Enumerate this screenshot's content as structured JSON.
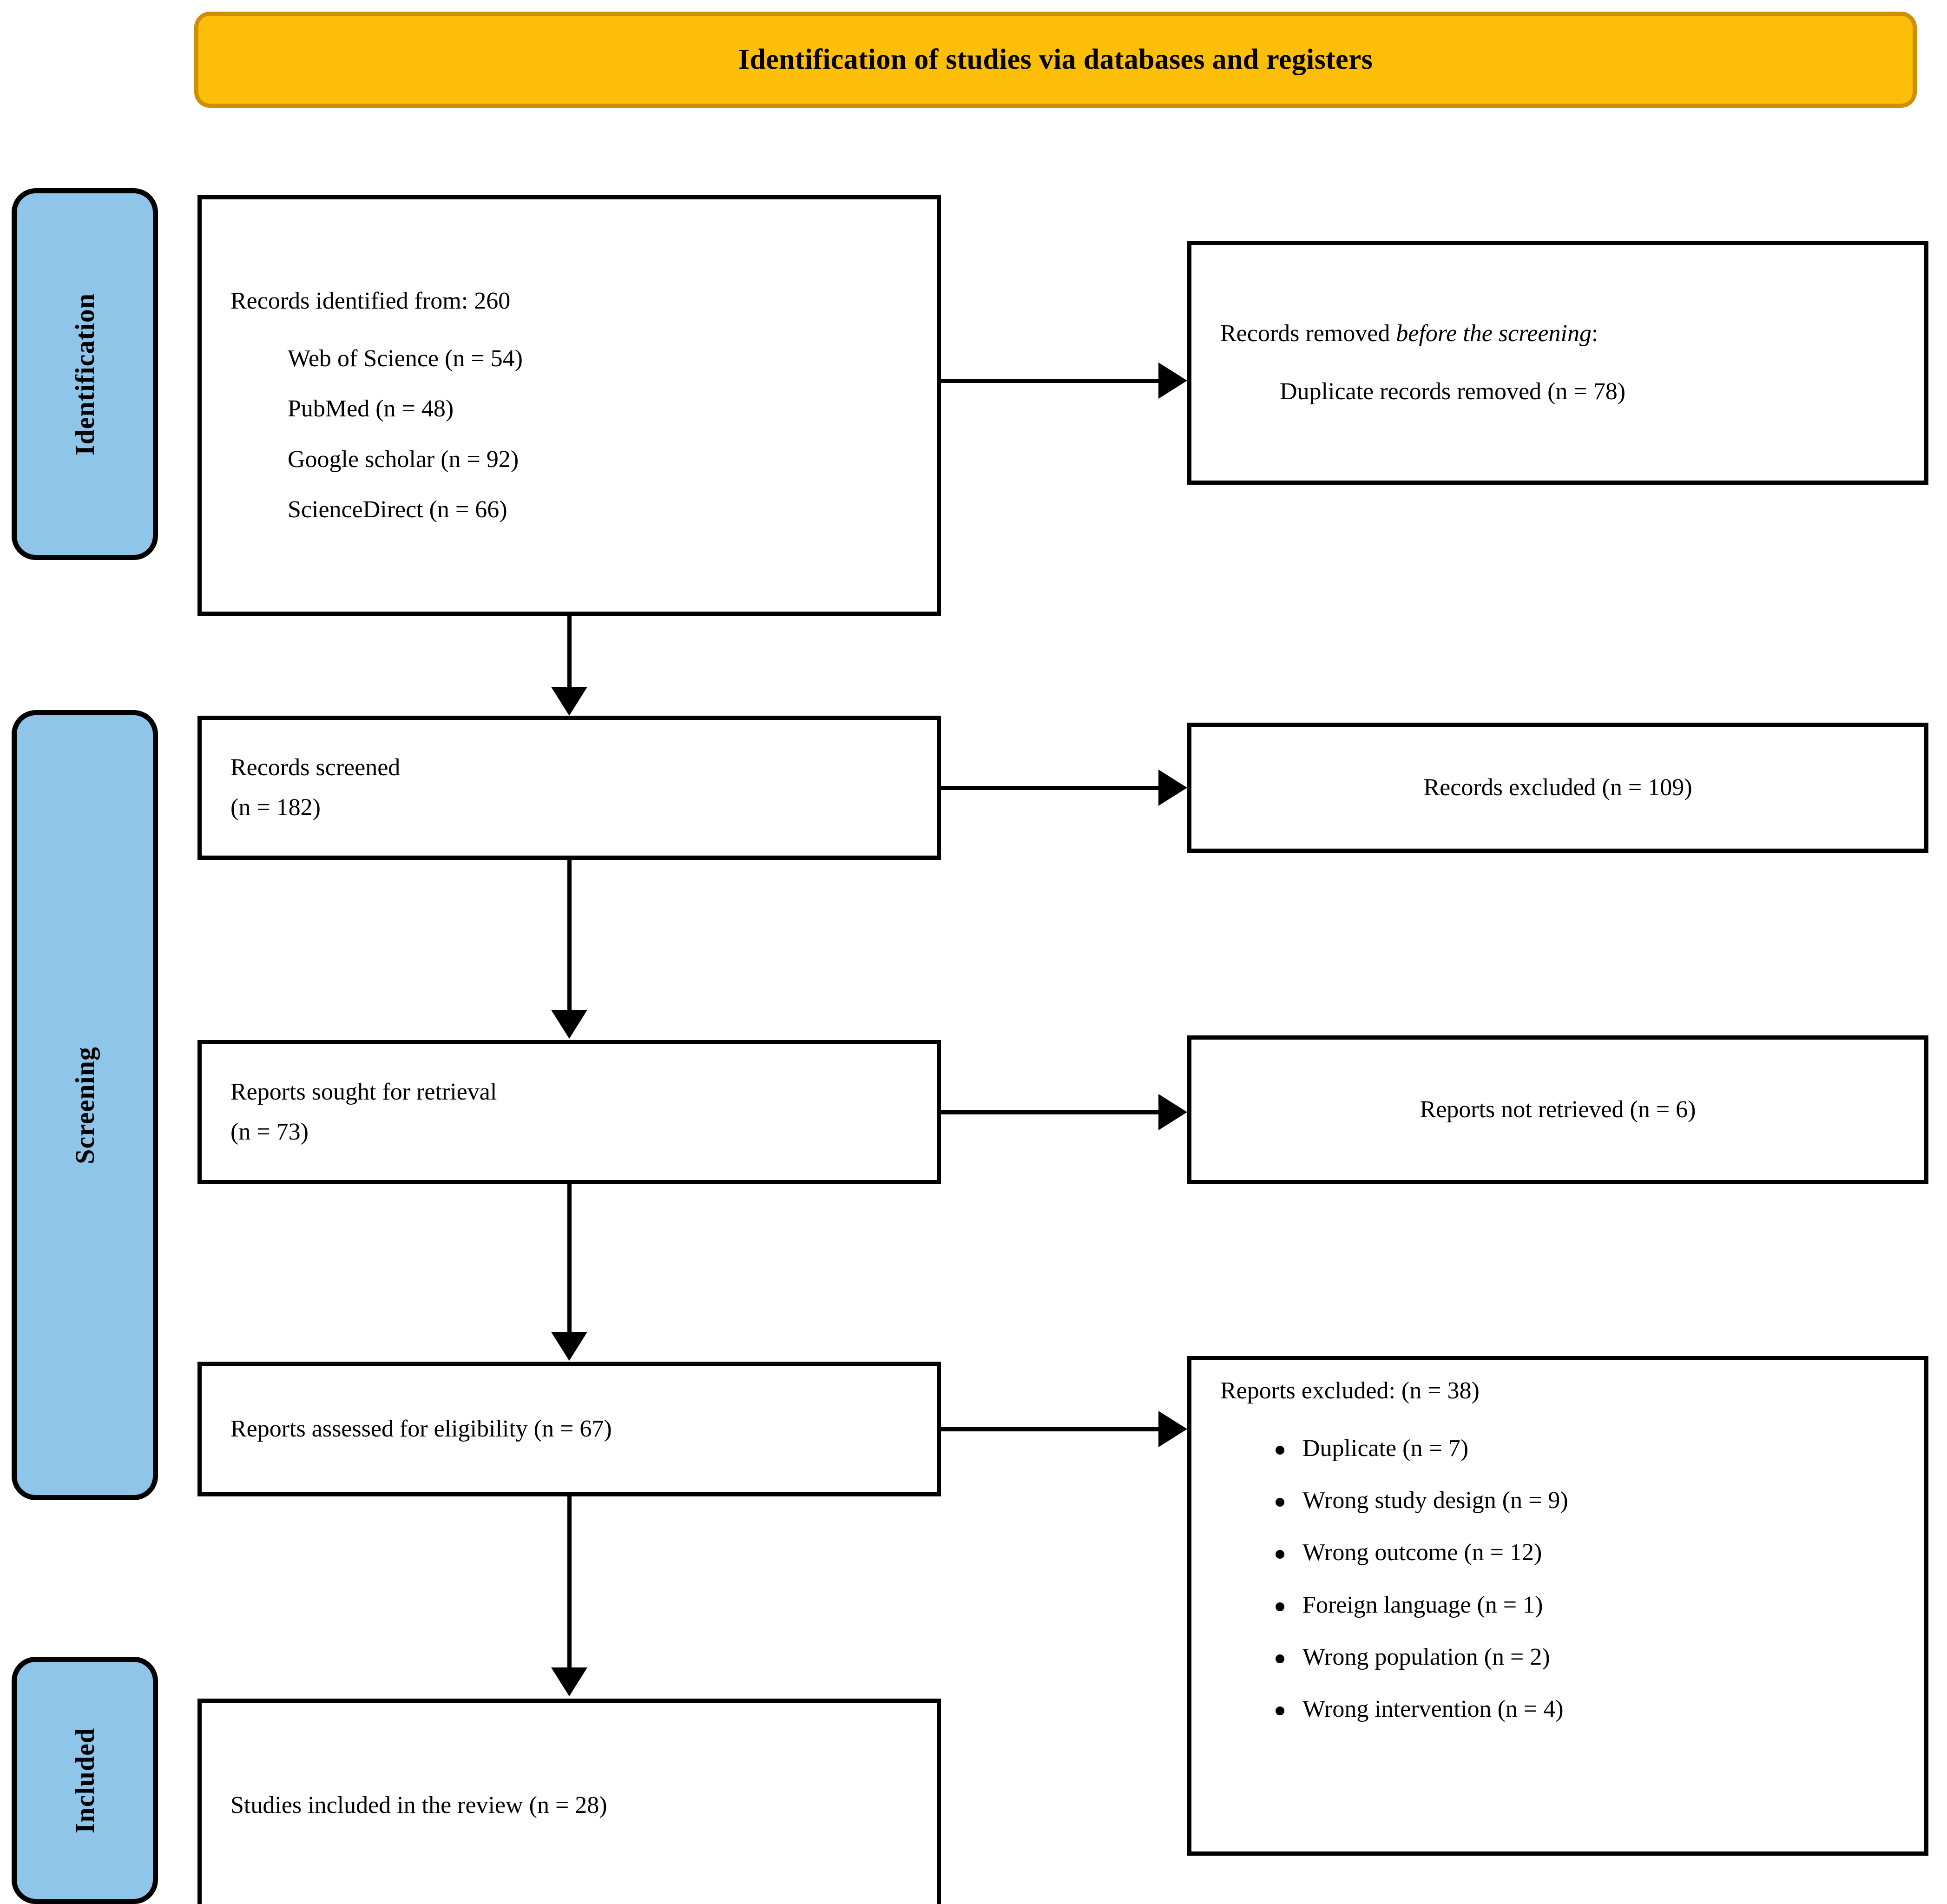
{
  "banner": {
    "title": "Identification of studies via databases and registers",
    "fill_color": "#FDBE07",
    "border_color": "#CE8E06"
  },
  "stages": [
    {
      "key": "identification",
      "label": "Identification"
    },
    {
      "key": "screening",
      "label": "Screening"
    },
    {
      "key": "included",
      "label": "Included"
    }
  ],
  "stage_tab_color": "#8EC5E8",
  "nodes": {
    "identified": {
      "heading": "Records identified from: 260",
      "sources": [
        "Web of Science (n = 54)",
        "PubMed (n = 48)",
        "Google scholar (n = 92)",
        "ScienceDirect (n = 66)"
      ]
    },
    "removed": {
      "heading_prefix": "Records removed ",
      "heading_italic": "before the screening",
      "heading_suffix": ":",
      "detail": "Duplicate records removed (n = 78)"
    },
    "screened": {
      "line1": "Records screened",
      "line2": "(n = 182)"
    },
    "records_excluded": {
      "text": "Records excluded (n = 109)"
    },
    "sought": {
      "line1": "Reports sought for retrieval",
      "line2": "(n = 73)"
    },
    "not_retrieved": {
      "text": "Reports not retrieved (n = 6)"
    },
    "eligibility": {
      "text": "Reports assessed for eligibility (n = 67)"
    },
    "reports_excluded": {
      "heading": "Reports excluded: (n = 38)",
      "reasons": [
        "Duplicate (n = 7)",
        "Wrong study design (n = 9)",
        "Wrong outcome (n = 12)",
        "Foreign language (n = 1)",
        "Wrong population (n = 2)",
        "Wrong intervention (n = 4)"
      ]
    },
    "included": {
      "text": "Studies included in the review (n = 28)"
    }
  },
  "chart_data": {
    "type": "diagram",
    "diagram_type": "prisma-flow",
    "title": "Identification of studies via databases and registers",
    "stages": [
      "Identification",
      "Screening",
      "Included"
    ],
    "flow": [
      {
        "id": "identified",
        "stage": "Identification",
        "label": "Records identified from",
        "n": 260,
        "breakdown": [
          {
            "source": "Web of Science",
            "n": 54
          },
          {
            "source": "PubMed",
            "n": 48
          },
          {
            "source": "Google scholar",
            "n": 92
          },
          {
            "source": "ScienceDirect",
            "n": 66
          }
        ]
      },
      {
        "id": "removed",
        "stage": "Identification",
        "label": "Records removed before the screening",
        "breakdown": [
          {
            "source": "Duplicate records removed",
            "n": 78
          }
        ]
      },
      {
        "id": "screened",
        "stage": "Screening",
        "label": "Records screened",
        "n": 182
      },
      {
        "id": "records_excluded",
        "stage": "Screening",
        "label": "Records excluded",
        "n": 109
      },
      {
        "id": "sought",
        "stage": "Screening",
        "label": "Reports sought for retrieval",
        "n": 73
      },
      {
        "id": "not_retrieved",
        "stage": "Screening",
        "label": "Reports not retrieved",
        "n": 6
      },
      {
        "id": "eligibility",
        "stage": "Screening",
        "label": "Reports assessed for eligibility",
        "n": 67
      },
      {
        "id": "reports_excluded",
        "stage": "Screening",
        "label": "Reports excluded",
        "n": 38,
        "breakdown": [
          {
            "source": "Duplicate",
            "n": 7
          },
          {
            "source": "Wrong study design",
            "n": 9
          },
          {
            "source": "Wrong outcome",
            "n": 12
          },
          {
            "source": "Foreign language",
            "n": 1
          },
          {
            "source": "Wrong population",
            "n": 2
          },
          {
            "source": "Wrong intervention",
            "n": 4
          }
        ]
      },
      {
        "id": "included",
        "stage": "Included",
        "label": "Studies included in the review",
        "n": 28
      }
    ],
    "edges": [
      {
        "from": "identified",
        "to": "removed",
        "direction": "right"
      },
      {
        "from": "identified",
        "to": "screened",
        "direction": "down"
      },
      {
        "from": "screened",
        "to": "records_excluded",
        "direction": "right"
      },
      {
        "from": "screened",
        "to": "sought",
        "direction": "down"
      },
      {
        "from": "sought",
        "to": "not_retrieved",
        "direction": "right"
      },
      {
        "from": "sought",
        "to": "eligibility",
        "direction": "down"
      },
      {
        "from": "eligibility",
        "to": "reports_excluded",
        "direction": "right"
      },
      {
        "from": "eligibility",
        "to": "included",
        "direction": "down"
      }
    ]
  }
}
